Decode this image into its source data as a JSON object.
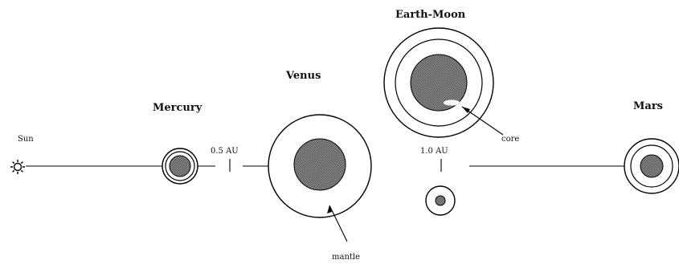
{
  "labels": {
    "sun": "Sun",
    "mercury": "Mercury",
    "venus": "Venus",
    "earth_moon": "Earth-Moon",
    "mars": "Mars",
    "scale_half": "0.5 AU",
    "scale_one": "1.0 AU",
    "core": "core",
    "mantle": "mantle"
  },
  "colors": {
    "ink": "#000000",
    "core_shade": "#6a6a6a",
    "background": "#ffffff"
  },
  "icons": {
    "sun": "sun-icon"
  }
}
